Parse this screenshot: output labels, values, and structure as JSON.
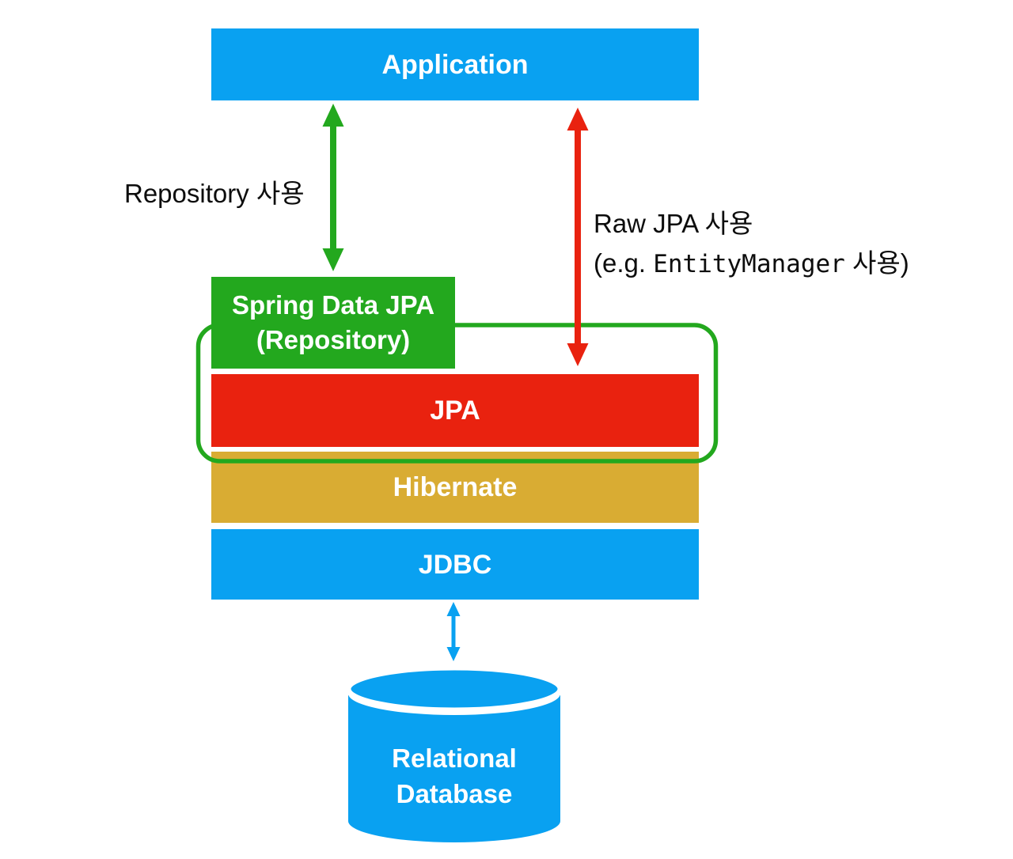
{
  "diagram": {
    "title": "Spring Data JPA architecture diagram",
    "boxes": {
      "application": {
        "label": "Application",
        "color": "#09a1f1"
      },
      "spring_data_jpa": {
        "label_line1": "Spring Data JPA",
        "label_line2": "(Repository)",
        "color": "#23a81e"
      },
      "jpa": {
        "label": "JPA",
        "color": "#e9220f"
      },
      "hibernate": {
        "label": "Hibernate",
        "color": "#d9ac33"
      },
      "jdbc": {
        "label": "JDBC",
        "color": "#09a1f1"
      },
      "database": {
        "label_line1": "Relational",
        "label_line2": "Database",
        "color": "#09a1f1",
        "shape": "cylinder"
      }
    },
    "annotations": {
      "repository_usage": "Repository 사용",
      "raw_jpa_line1": "Raw JPA 사용",
      "raw_jpa_line2_prefix": "(e.g. ",
      "raw_jpa_line2_code": "EntityManager",
      "raw_jpa_line2_suffix": " 사용)"
    },
    "connectors": [
      {
        "name": "repository-arrow",
        "type": "double-headed-vertical-arrow",
        "color": "#23a81e",
        "from": "Application",
        "to": "Spring Data JPA (Repository)"
      },
      {
        "name": "raw-jpa-arrow",
        "type": "double-headed-vertical-arrow",
        "color": "#e9220f",
        "from": "Application",
        "to": "JPA"
      },
      {
        "name": "jdbc-database-arrow",
        "type": "double-headed-vertical-arrow",
        "color": "#09a1f1",
        "from": "JDBC",
        "to": "Relational Database"
      }
    ],
    "group_outline": {
      "name": "jpa-group-outline",
      "color": "#23a81e",
      "style": "rounded-rectangle",
      "encloses": "JPA"
    },
    "colors": {
      "blue": "#09a1f1",
      "green": "#23a81e",
      "red": "#e9220f",
      "gold": "#d9ac33",
      "text": "#0d0d0d",
      "box_text": "#ffffff",
      "background": "#ffffff"
    }
  }
}
